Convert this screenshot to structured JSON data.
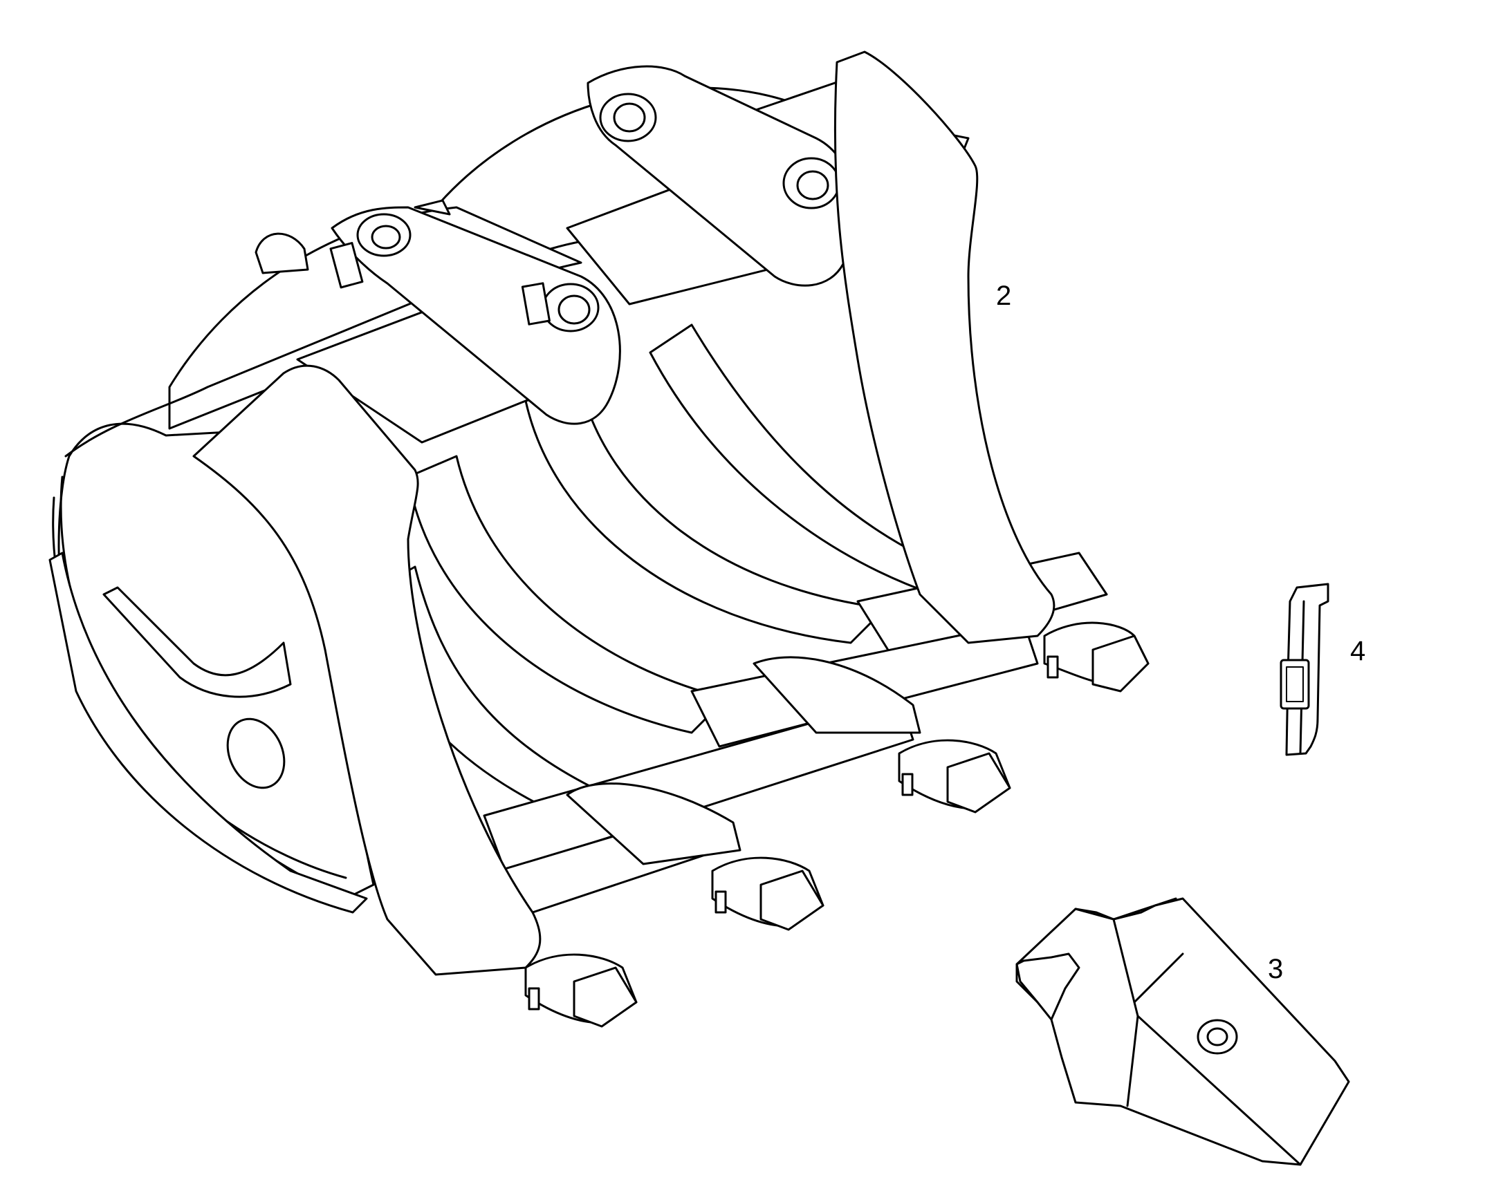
{
  "diagram": {
    "callouts": [
      {
        "id": "2",
        "label": "2"
      },
      {
        "id": "3",
        "label": "3"
      },
      {
        "id": "4",
        "label": "4"
      }
    ],
    "colors": {
      "line": "#000000",
      "background": "#ffffff"
    }
  }
}
